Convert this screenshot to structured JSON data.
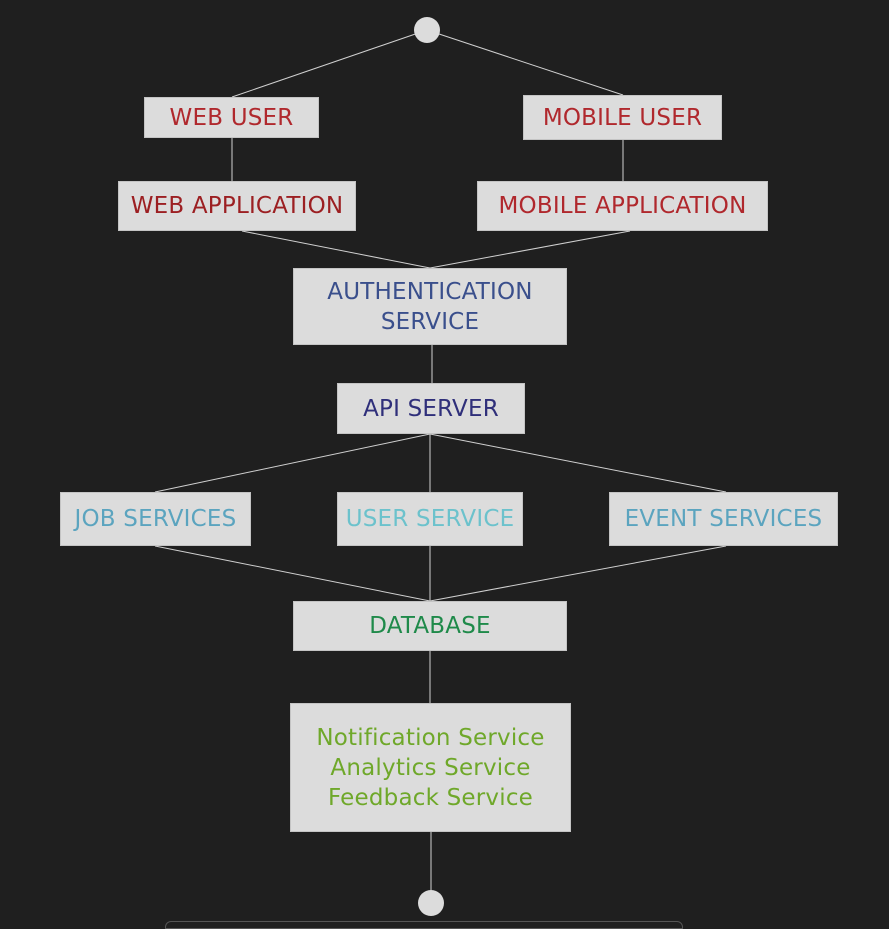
{
  "colors": {
    "background": "#1f1f1f",
    "node_fill": "#dcdcdc",
    "connector": "#d0d0d0",
    "client_text": "#b0282d",
    "auth_text": "#3a4f8c",
    "api_text": "#2f2f7a",
    "service_text": "#5ba4bf",
    "user_service_text": "#6cc2cc",
    "database_text": "#1f8a4a",
    "aux_text": "#6fa82a"
  },
  "nodes": {
    "web_user": "WEB USER",
    "mobile_user": "MOBILE USER",
    "web_application": "WEB APPLICATION",
    "mobile_application": "MOBILE APPLICATION",
    "authentication_service": [
      "AUTHENTICATION",
      "SERVICE"
    ],
    "api_server": "API SERVER",
    "job_services": "JOB SERVICES",
    "user_service": "USER SERVICE",
    "event_services": "EVENT SERVICES",
    "database": "DATABASE",
    "auxiliary_services": [
      "Notification Service",
      "Analytics Service",
      "Feedback Service"
    ]
  }
}
